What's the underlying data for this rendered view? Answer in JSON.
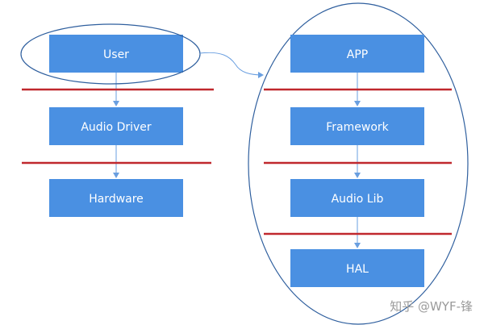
{
  "colors": {
    "box_fill": "#4a90e2",
    "box_text": "#ffffff",
    "arrow": "#6a9fe0",
    "separator": "#c0282d",
    "ellipse_outline": "#2f5f9e",
    "watermark": "#9a9a9a"
  },
  "left_stack": {
    "boxes": [
      {
        "label": "User"
      },
      {
        "label": "Audio Driver"
      },
      {
        "label": "Hardware"
      }
    ]
  },
  "right_stack": {
    "boxes": [
      {
        "label": "APP"
      },
      {
        "label": "Framework"
      },
      {
        "label": "Audio Lib"
      },
      {
        "label": "HAL"
      }
    ]
  },
  "watermark": {
    "text": "知乎 @WYF-锋"
  }
}
